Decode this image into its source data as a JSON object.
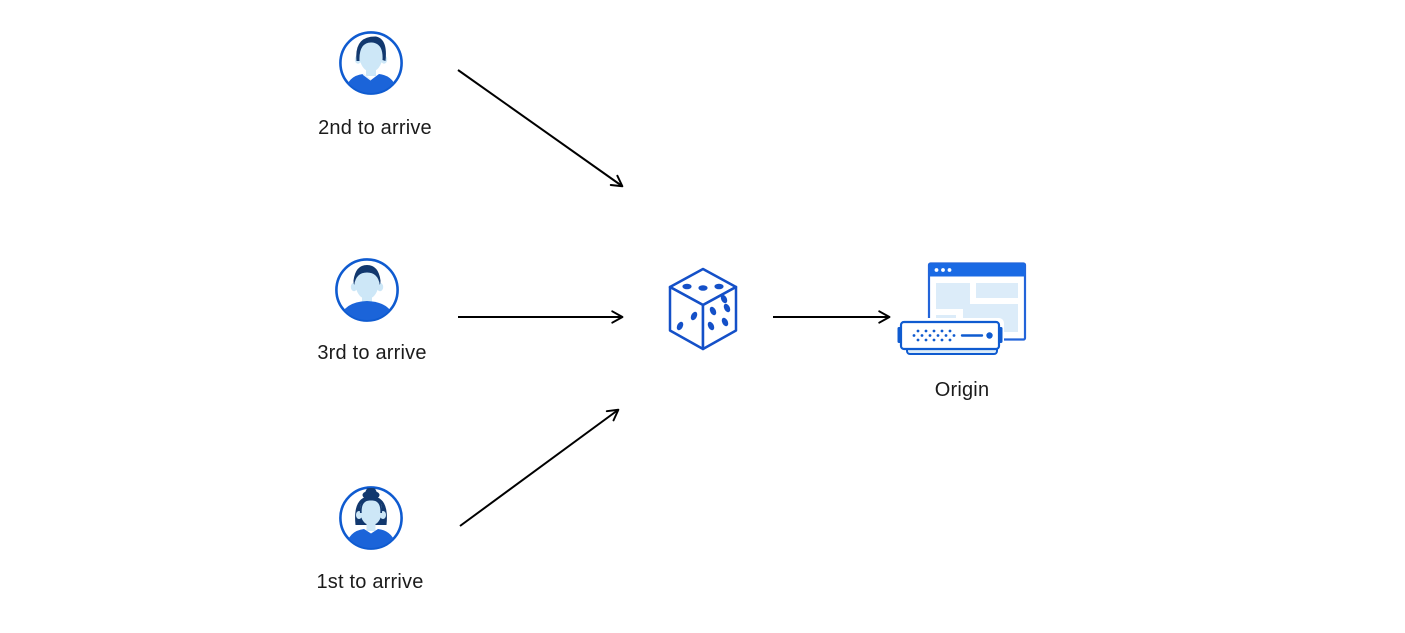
{
  "diagram": {
    "type": "flow-diagram",
    "colors": {
      "canvas_bg": "#ffffff",
      "label_color": "#1b1b1b",
      "arrow_color": "#000000",
      "outline_blue": "#0f5bd0",
      "bright_blue": "#1a6ae4",
      "dice_blue": "#1450c8",
      "light_blue_fill": "#dcecf9",
      "face_blue": "#cde7f7",
      "hair_navy": "#12386e",
      "shirt_blue": "#1b64d9"
    },
    "nodes": [
      {
        "id": "client-2nd",
        "label": "2nd to arrive",
        "icon": "male-avatar-pompadour-icon"
      },
      {
        "id": "client-3rd",
        "label": "3rd to arrive",
        "icon": "male-avatar-short-hair-icon"
      },
      {
        "id": "client-1st",
        "label": "1st to arrive",
        "icon": "female-avatar-bun-icon"
      },
      {
        "id": "random-steering",
        "label": "",
        "icon": "dice-icon"
      },
      {
        "id": "origin",
        "label": "Origin",
        "icon": "origin-server-browser-icon"
      }
    ],
    "edges": [
      {
        "from": "client-2nd",
        "to": "random-steering"
      },
      {
        "from": "client-3rd",
        "to": "random-steering"
      },
      {
        "from": "client-1st",
        "to": "random-steering"
      },
      {
        "from": "random-steering",
        "to": "origin"
      }
    ]
  }
}
